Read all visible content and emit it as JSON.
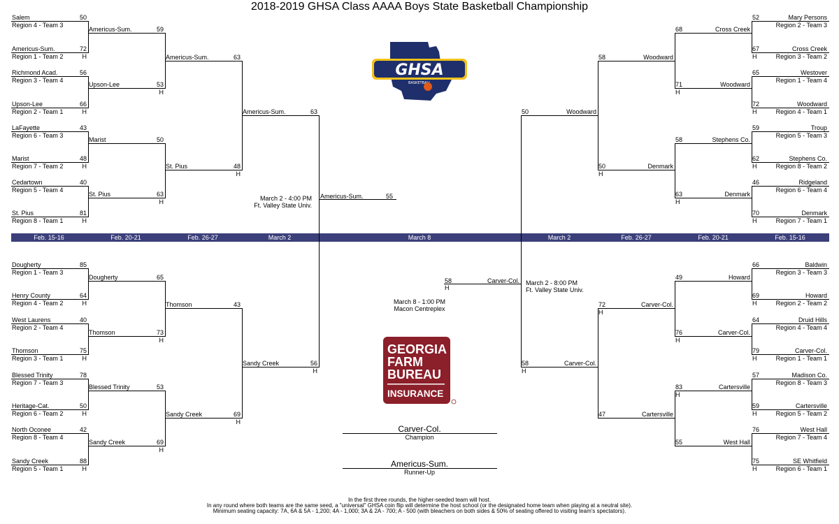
{
  "title": "2018-2019 GHSA Class AAAA Boys State Basketball Championship",
  "colors": {
    "date_bar": "#3b3f7a",
    "logo_red": "#8b1f2a",
    "ghsa_navy": "#1f2f6b",
    "ghsa_gold": "#f2c21a"
  },
  "logos": {
    "ghsa": "GHSA",
    "ghsa_sub": "BASKETBALL",
    "gfb": [
      "GEORGIA",
      "FARM",
      "BUREAU",
      "INSURANCE"
    ]
  },
  "dates": [
    "Feb. 15-16",
    "Feb. 20-21",
    "Feb. 26-27",
    "March 2",
    "March 8",
    "March 2",
    "Feb. 26-27",
    "Feb. 20-21",
    "Feb. 15-16"
  ],
  "r1": {
    "tl": [
      {
        "team": "Salem",
        "seed": "Region 4 - Team 3",
        "score": "50",
        "host": ""
      },
      {
        "team": "Americus-Sum.",
        "seed": "Region 1 - Team 2",
        "score": "72",
        "host": "H"
      },
      {
        "team": "Richmond Acad.",
        "seed": "Region 3 - Team 4",
        "score": "56",
        "host": ""
      },
      {
        "team": "Upson-Lee",
        "seed": "Region 2 - Team 1",
        "score": "66",
        "host": "H"
      },
      {
        "team": "LaFayette",
        "seed": "Region 6 - Team 3",
        "score": "43",
        "host": ""
      },
      {
        "team": "Marist",
        "seed": "Region 7 - Team 2",
        "score": "48",
        "host": "H"
      },
      {
        "team": "Cedartown",
        "seed": "Region 5 - Team 4",
        "score": "40",
        "host": ""
      },
      {
        "team": "St. Pius",
        "seed": "Region 8 - Team 1",
        "score": "81",
        "host": "H"
      }
    ],
    "bl": [
      {
        "team": "Dougherty",
        "seed": "Region 1 - Team 3",
        "score": "85",
        "host": ""
      },
      {
        "team": "Henry County",
        "seed": "Region 4 - Team 2",
        "score": "64",
        "host": "H"
      },
      {
        "team": "West Laurens",
        "seed": "Region 2 - Team 4",
        "score": "40",
        "host": ""
      },
      {
        "team": "Thomson",
        "seed": "Region 3 - Team 1",
        "score": "75",
        "host": "H"
      },
      {
        "team": "Blessed Trinity",
        "seed": "Region 7 - Team 3",
        "score": "78",
        "host": ""
      },
      {
        "team": "Heritage-Cat.",
        "seed": "Region 6 - Team 2",
        "score": "50",
        "host": "H"
      },
      {
        "team": "North Oconee",
        "seed": "Region 8 - Team 4",
        "score": "42",
        "host": ""
      },
      {
        "team": "Sandy Creek",
        "seed": "Region 5 - Team 1",
        "score": "88",
        "host": "H"
      }
    ],
    "tr": [
      {
        "team": "Mary Persons",
        "seed": "Region 2 - Team 3",
        "score": "52",
        "host": ""
      },
      {
        "team": "Cross Creek",
        "seed": "Region 3 - Team 2",
        "score": "67",
        "host": "H"
      },
      {
        "team": "Westover",
        "seed": "Region 1 - Team 4",
        "score": "65",
        "host": ""
      },
      {
        "team": "Woodward",
        "seed": "Region 4 - Team 1",
        "score": "72",
        "host": "H"
      },
      {
        "team": "Troup",
        "seed": "Region 5 - Team 3",
        "score": "59",
        "host": ""
      },
      {
        "team": "Stephens Co.",
        "seed": "Region 8 - Team 2",
        "score": "62",
        "host": "H"
      },
      {
        "team": "Ridgeland",
        "seed": "Region 6 - Team 4",
        "score": "46",
        "host": ""
      },
      {
        "team": "Denmark",
        "seed": "Region 7 - Team 1",
        "score": "70",
        "host": "H"
      }
    ],
    "br": [
      {
        "team": "Baldwin",
        "seed": "Region 3 - Team 3",
        "score": "66",
        "host": ""
      },
      {
        "team": "Howard",
        "seed": "Region 2 - Team 2",
        "score": "69",
        "host": "H"
      },
      {
        "team": "Druid Hills",
        "seed": "Region 4 - Team 4",
        "score": "64",
        "host": ""
      },
      {
        "team": "Carver-Col.",
        "seed": "Region 1 - Team 1",
        "score": "79",
        "host": "H"
      },
      {
        "team": "Madison Co.",
        "seed": "Region 8 - Team 3",
        "score": "57",
        "host": ""
      },
      {
        "team": "Cartersville",
        "seed": "Region 5 - Team 2",
        "score": "59",
        "host": "H"
      },
      {
        "team": "West Hall",
        "seed": "Region 7 - Team 4",
        "score": "76",
        "host": ""
      },
      {
        "team": "SE Whitfield",
        "seed": "Region 6 - Team 1",
        "score": "75",
        "host": "H"
      }
    ]
  },
  "r2": {
    "tl": [
      {
        "team": "Americus-Sum.",
        "score": "59",
        "host": ""
      },
      {
        "team": "Upson-Lee",
        "score": "53",
        "host": "H"
      },
      {
        "team": "Marist",
        "score": "50",
        "host": ""
      },
      {
        "team": "St. Pius",
        "score": "63",
        "host": "H"
      }
    ],
    "bl": [
      {
        "team": "Dougherty",
        "score": "65",
        "host": ""
      },
      {
        "team": "Thomson",
        "score": "73",
        "host": "H"
      },
      {
        "team": "Blessed Trinity",
        "score": "53",
        "host": ""
      },
      {
        "team": "Sandy Creek",
        "score": "69",
        "host": "H"
      }
    ],
    "tr": [
      {
        "team": "Cross Creek",
        "score": "68",
        "host": ""
      },
      {
        "team": "Woodward",
        "score": "71",
        "host": "H"
      },
      {
        "team": "Stephens Co.",
        "score": "58",
        "host": ""
      },
      {
        "team": "Denmark",
        "score": "63",
        "host": "H"
      }
    ],
    "br": [
      {
        "team": "Howard",
        "score": "49",
        "host": ""
      },
      {
        "team": "Carver-Col.",
        "score": "76",
        "host": "H"
      },
      {
        "team": "Cartersville",
        "score": "83",
        "host": "H"
      },
      {
        "team": "West Hall",
        "score": "55",
        "host": ""
      }
    ]
  },
  "r3": {
    "tl": [
      {
        "team": "Americus-Sum.",
        "score": "63",
        "host": ""
      },
      {
        "team": "St. Pius",
        "score": "48",
        "host": "H"
      }
    ],
    "bl": [
      {
        "team": "Thomson",
        "score": "43",
        "host": ""
      },
      {
        "team": "Sandy Creek",
        "score": "69",
        "host": "H"
      }
    ],
    "tr": [
      {
        "team": "Woodward",
        "score": "58",
        "host": ""
      },
      {
        "team": "Denmark",
        "score": "50",
        "host": "H"
      }
    ],
    "br": [
      {
        "team": "Carver-Col.",
        "score": "72",
        "host": "H"
      },
      {
        "team": "Cartersville",
        "score": "47",
        "host": ""
      }
    ]
  },
  "r4": {
    "tl": {
      "team": "Americus-Sum.",
      "score": "63",
      "host": ""
    },
    "bl": {
      "team": "Sandy Creek",
      "score": "56",
      "host": "H"
    },
    "tr": {
      "team": "Woodward",
      "score": "50",
      "host": ""
    },
    "br": {
      "team": "Carver-Col.",
      "score": "58",
      "host": "H"
    }
  },
  "semis": {
    "left": {
      "date": "March 2 - 4:00 PM",
      "venue": "Ft. Valley State Univ."
    },
    "right": {
      "date": "March 2 - 8:00 PM",
      "venue": "Ft. Valley State Univ."
    }
  },
  "final": {
    "top": {
      "team": "Americus-Sum.",
      "score": "55"
    },
    "bottom": {
      "team": "Carver-Col.",
      "score": "58",
      "host": "H"
    },
    "date": "March 8 - 1:00 PM",
    "venue": "Macon Centreplex"
  },
  "champion": {
    "team": "Carver-Col.",
    "label": "Champion"
  },
  "runner_up": {
    "team": "Americus-Sum.",
    "label": "Runner-Up"
  },
  "footnotes": [
    "In the first three rounds, the higher-seeded team will host.",
    "In any round where both teams are the same seed, a \"universal\" GHSA coin flip will determine the host school (or the designated home team when playing at a neutral site).",
    "Minimum seating capacity: 7A, 6A & 5A - 1,200; 4A - 1,000; 3A & 2A - 700; A - 500 (with bleachers on both sides & 50% of seating offered to visiting team's spectators)."
  ]
}
